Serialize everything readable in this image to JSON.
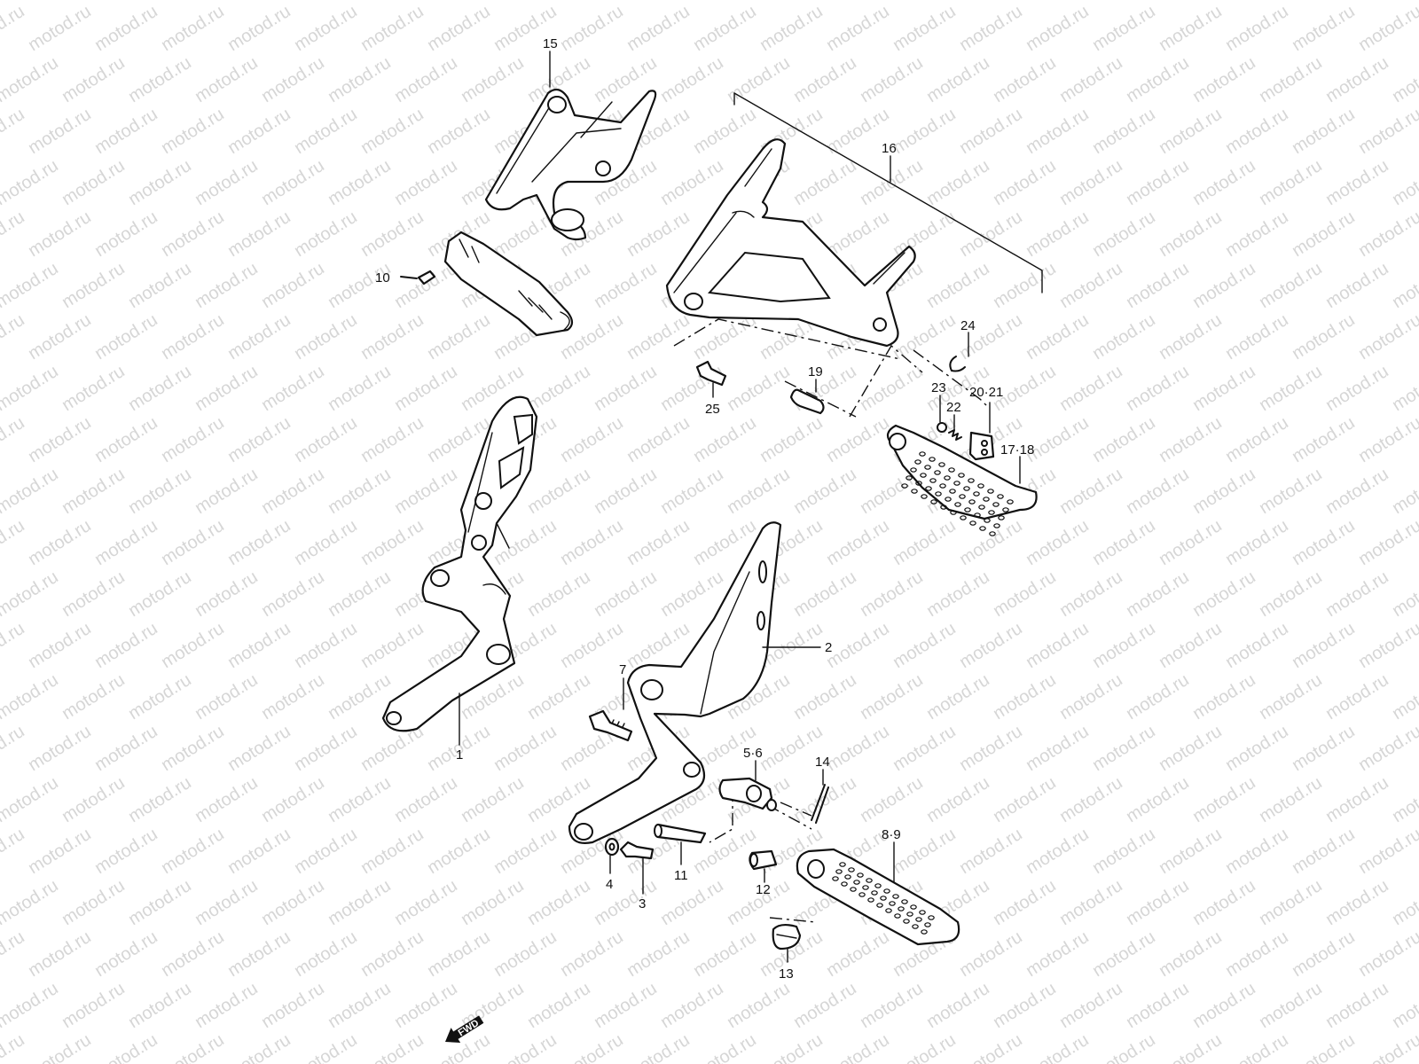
{
  "watermark": "motod.ru",
  "fwd_label": "FWD",
  "labels": {
    "p1": "1",
    "p2": "2",
    "p3": "3",
    "p4": "4",
    "p5_6": "5·6",
    "p7": "7",
    "p8_9": "8·9",
    "p10": "10",
    "p11": "11",
    "p12": "12",
    "p13": "13",
    "p14": "14",
    "p15": "15",
    "p16": "16",
    "p17_18": "17·18",
    "p19": "19",
    "p20_21": "20·21",
    "p22": "22",
    "p23": "23",
    "p24": "24",
    "p25": "25"
  }
}
